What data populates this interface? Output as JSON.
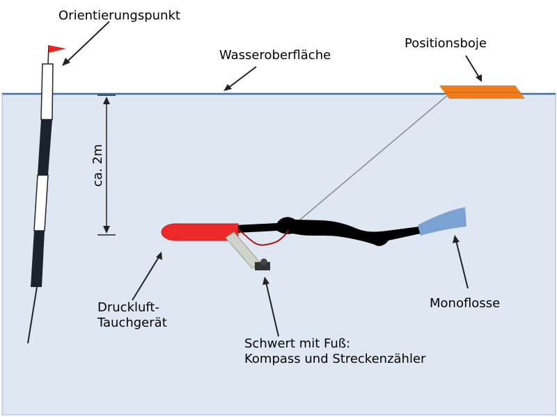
{
  "labels": {
    "orientation_point": "Orientierungspunkt",
    "water_surface": "Wasseroberfläche",
    "position_buoy": "Positionsboje",
    "depth": "ca. 2m",
    "scooter_line1": "Druckluft-",
    "scooter_line2": "Tauchgerät",
    "monofin": "Monoflosse",
    "sword_line1": "Schwert mit Fuß:",
    "sword_line2": "Kompass und Streckenzähler"
  },
  "colors": {
    "water": "#dfe8f2",
    "surface_line": "#3f6fa6",
    "buoy": "#ef7d1a",
    "scooter": "#ec2a2a",
    "monofin": "#7aa3d4",
    "flag": "#e32626",
    "diver": "#000000",
    "pole_dark": "#1b242c"
  }
}
